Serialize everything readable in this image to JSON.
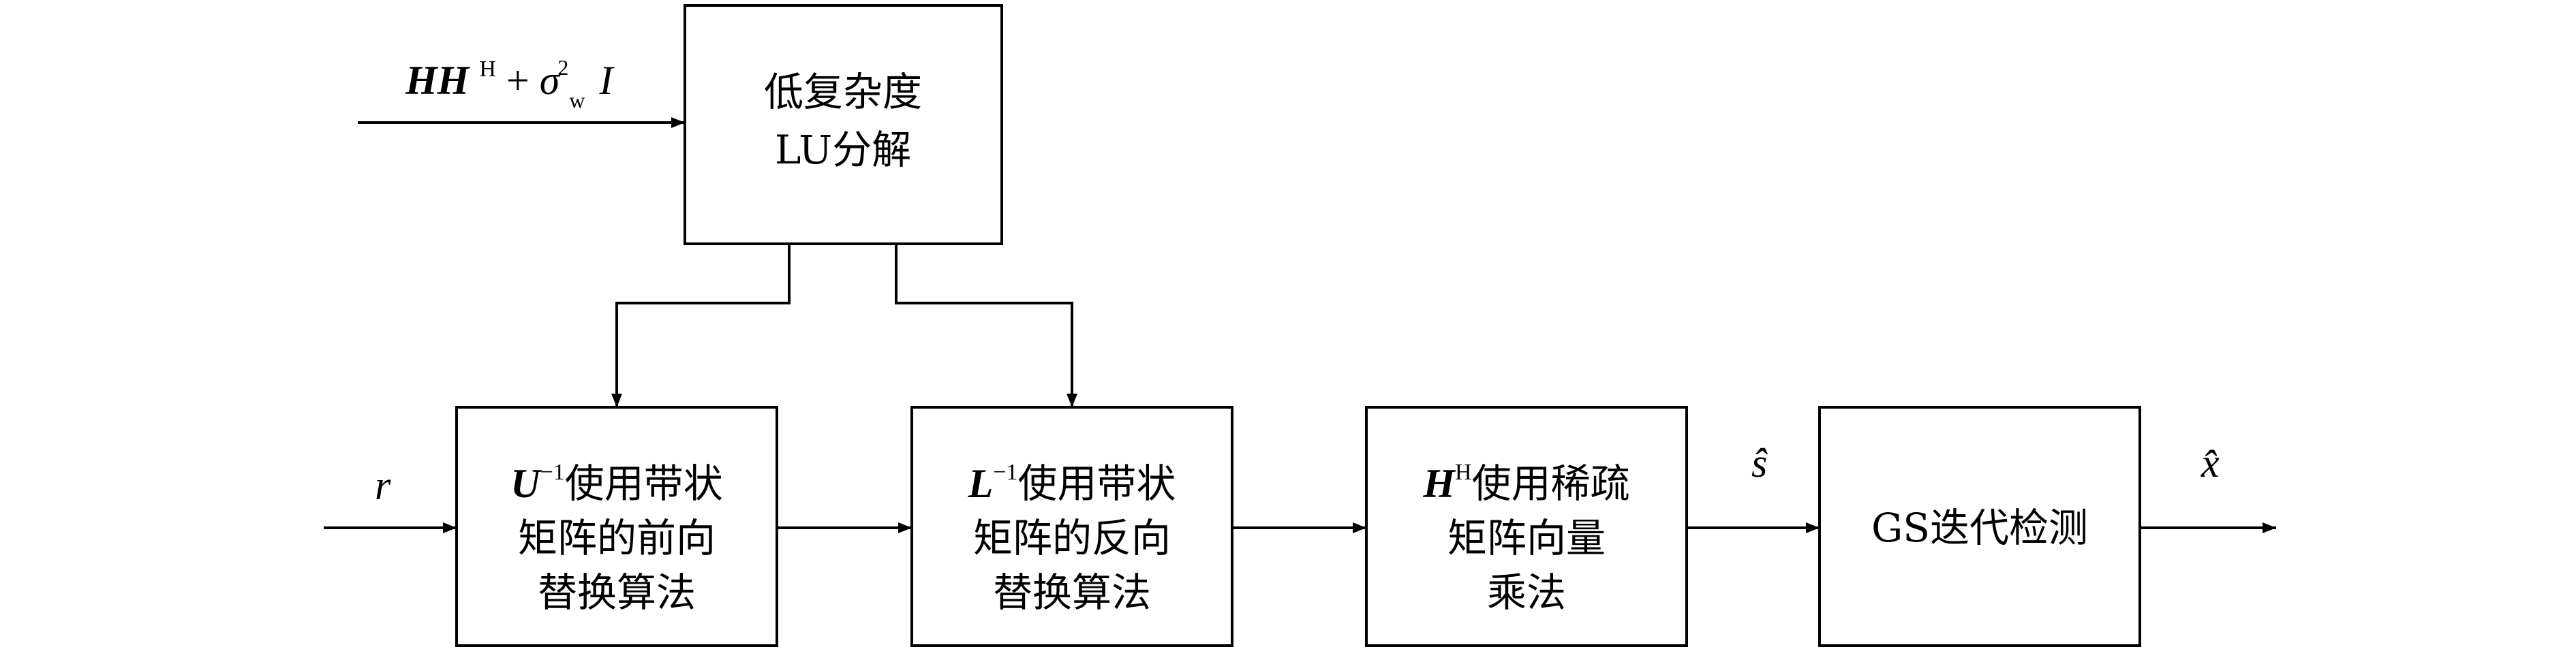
{
  "input_top": {
    "label_main": "HH",
    "label_sup": "H",
    "label_plus": "+",
    "label_sigma": "σ",
    "label_sigma_sup": "2",
    "label_sigma_sub": "w",
    "label_I": "I"
  },
  "blocks": {
    "lu": {
      "lines": [
        "低复杂度",
        "LU分解"
      ]
    },
    "forward": {
      "symbol": "U",
      "symbol_sup": "−1",
      "lines": [
        "使用带状",
        "矩阵的前向",
        "替换算法"
      ]
    },
    "backward": {
      "symbol": "L",
      "symbol_sup": "−1",
      "lines": [
        "使用带状",
        "矩阵的反向",
        "替换算法"
      ]
    },
    "sparse": {
      "symbol": "H",
      "symbol_sup": "H",
      "lines": [
        "使用稀疏",
        "矩阵向量",
        "乘法"
      ]
    },
    "gs": {
      "lines": [
        "GS迭代检测"
      ]
    }
  },
  "signals": {
    "r": "r",
    "s_hat": "ŝ",
    "x_hat": "x̂"
  }
}
